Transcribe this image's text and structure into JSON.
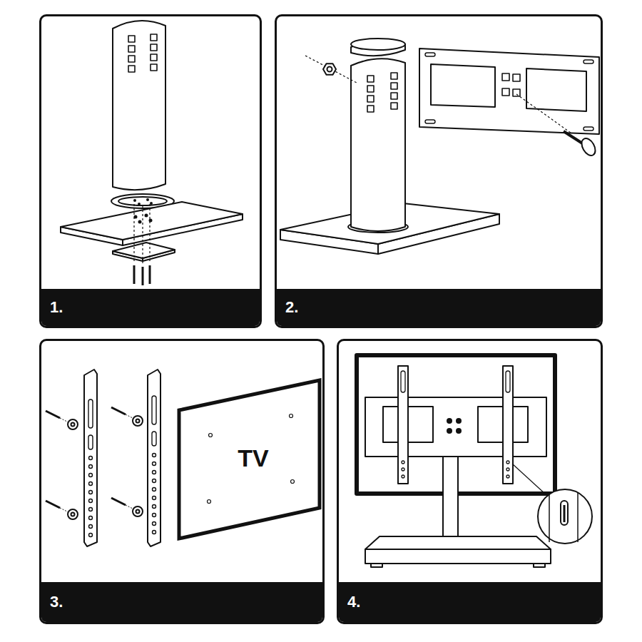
{
  "diagram": {
    "nodes": [
      {
        "text": [
          "1."
        ]
      },
      {
        "text": [
          "2."
        ]
      },
      {
        "text": [
          "3."
        ]
      },
      {
        "text": [
          "TV"
        ],
        "in": 2
      },
      {
        "text": [
          "4."
        ]
      }
    ]
  }
}
